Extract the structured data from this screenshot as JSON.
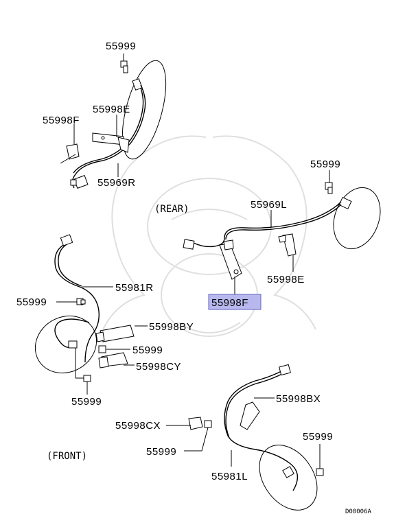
{
  "labels": {
    "p55999_top": "55999",
    "p55998E_top": "55998E",
    "p55998F_top": "55998F",
    "p55969R": "55969R",
    "rear": "(REAR)",
    "p55999_right": "55999",
    "p55969L": "55969L",
    "p55998E_right": "55998E",
    "p55998F_selected": "55998F",
    "p55981R": "55981R",
    "p55999_left": "55999",
    "p55998BY": "55998BY",
    "p55999_mid": "55999",
    "p55998CY": "55998CY",
    "p55999_bottom_left": "55999",
    "p55998BX": "55998BX",
    "p55998CX": "55998CX",
    "p55999_lower_mid": "55999",
    "front": "(FRONT)",
    "p55999_lower_right": "55999",
    "p55981L": "55981L",
    "diagram_code": "D00006A"
  },
  "colors": {
    "highlight_fill": "#b8b8ee",
    "highlight_border": "#6060c0",
    "line": "#000000"
  }
}
